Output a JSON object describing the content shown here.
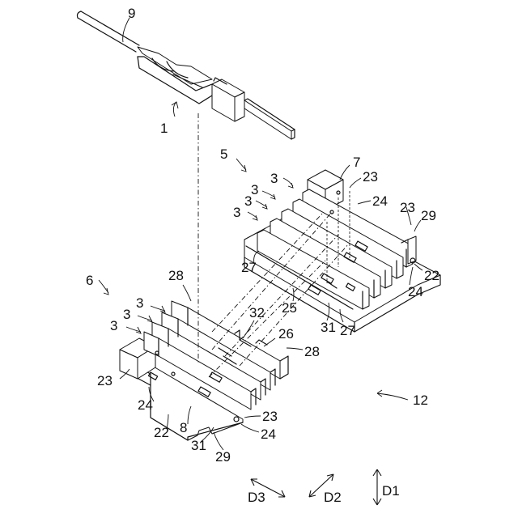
{
  "labels": {
    "l9": "9",
    "l1": "1",
    "l5": "5",
    "l7": "7",
    "l23a": "23",
    "l24a": "24",
    "l23b": "23",
    "l29a": "29",
    "l22a": "22",
    "l24b": "24",
    "l3a": "3",
    "l3b": "3",
    "l3c": "3",
    "l3d": "3",
    "l27a": "27",
    "l25": "25",
    "l31a": "31",
    "l27b": "27",
    "l6": "6",
    "l28a": "28",
    "l3e": "3",
    "l3f": "3",
    "l3g": "3",
    "l32": "32",
    "l26": "26",
    "l28b": "28",
    "l23c": "23",
    "l24c": "24",
    "l22b": "22",
    "l8": "8",
    "l23d": "23",
    "l24d": "24",
    "l31b": "31",
    "l29b": "29",
    "l12": "12"
  },
  "directions": {
    "d3": "D3",
    "d2": "D2",
    "d1": "D1"
  }
}
